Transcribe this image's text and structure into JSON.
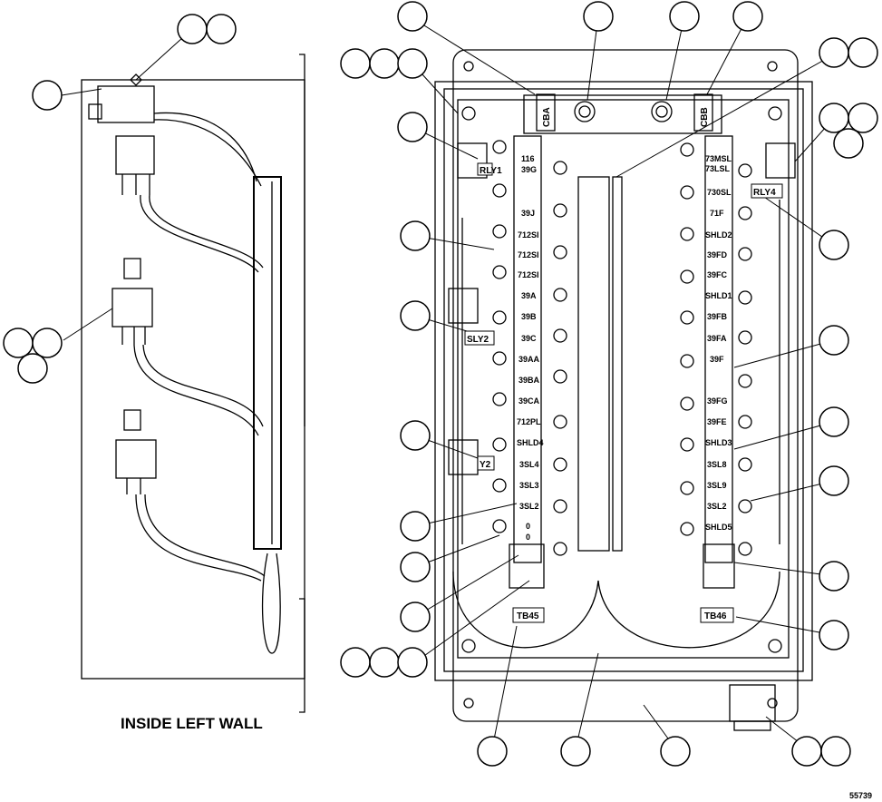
{
  "caption": "INSIDE LEFT WALL",
  "figure_number": "55739",
  "relay_tags": [
    "RLY1",
    "SLY2",
    "RLY4",
    "Y2"
  ],
  "breakers": [
    "CBA",
    "CBB"
  ],
  "terminal_boards": [
    "TB45",
    "TB46"
  ],
  "left_terminals": [
    "116",
    "39G",
    "39J",
    "712SI",
    "712SI",
    "712SI",
    "39A",
    "39B",
    "39C",
    "39AA",
    "39BA",
    "39CA",
    "712PL",
    "SHLD4",
    "3SL4",
    "3SL3",
    "3SL2",
    "0",
    "0"
  ],
  "right_terminals": [
    "73MSL",
    "73LSL",
    "730SL",
    "71F",
    "SHLD2",
    "39FD",
    "39FC",
    "SHLD1",
    "39FB",
    "39FA",
    "39F",
    "39FG",
    "39FE",
    "SHLD3",
    "3SL8",
    "3SL9",
    "3SL2",
    "SHLD5"
  ]
}
